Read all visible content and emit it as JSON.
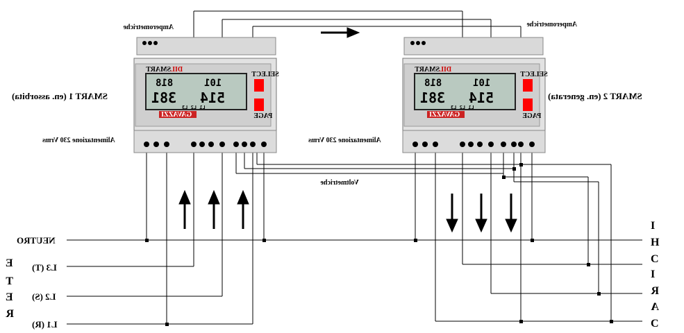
{
  "meters": [
    {
      "name": "SMART 1 (en. assorbita)",
      "brand": "GAVAZZI",
      "model": "SMART",
      "model_tag": "DIL",
      "lcd_top_left": "818",
      "lcd_top_right": "101",
      "lcd_bottom_left": "381",
      "lcd_bottom_right": "514",
      "lcd_footer": "L1 L2 L3",
      "side_top": "SELECT",
      "side_bottom": "PAGE",
      "supply_label": "Alimentazione 230 Vrms",
      "ammeter_label": "Amperometriche"
    },
    {
      "name": "SMART 2 (en. generata)",
      "brand": "GAVAZZI",
      "model": "SMART",
      "model_tag": "DIL",
      "lcd_top_left": "818",
      "lcd_top_right": "101",
      "lcd_bottom_left": "381",
      "lcd_bottom_right": "514",
      "lcd_footer": "L1 L2 L3",
      "side_top": "SELECT",
      "side_bottom": "PAGE",
      "supply_label": "Alimentazione 230 Vrms",
      "ammeter_label": "Amperometriche"
    }
  ],
  "voltmeter_label": "Voltmetriche",
  "left_lines": [
    "NEUTRO",
    "L3 (T)",
    "L2 (S)",
    "L1 (R)"
  ],
  "left_side_letters": [
    "E",
    "T",
    "E",
    "R"
  ],
  "right_side_letters": [
    "I",
    "H",
    "C",
    "I",
    "R",
    "A",
    "C"
  ],
  "colors": {
    "ink": "#000000",
    "panel": "#d8d8d8",
    "lcd": "#b9c9c0",
    "button": "#ff0000"
  }
}
